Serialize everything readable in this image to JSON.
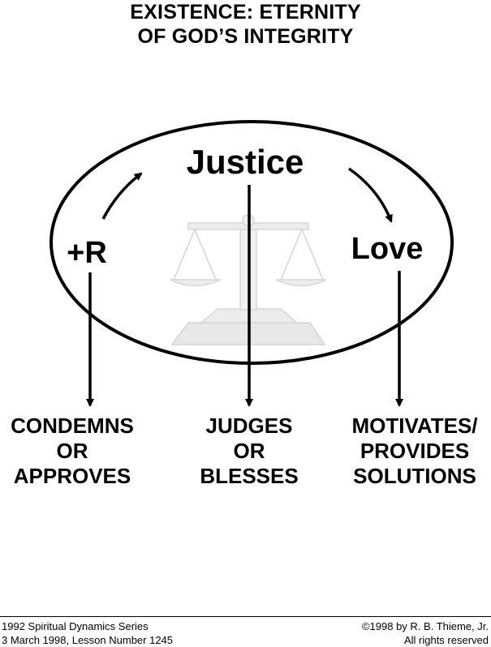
{
  "title": {
    "line1": "EXISTENCE: ETERNITY",
    "line2": "OF GOD’S INTEGRITY"
  },
  "diagram": {
    "center_label": "Justice",
    "left_label": "+R",
    "right_label": "Love",
    "watermark_icon": "scales-of-justice-icon"
  },
  "outcomes": {
    "left": [
      "CONDEMNS",
      "OR",
      "APPROVES"
    ],
    "center": [
      "JUDGES",
      "OR",
      "BLESSES"
    ],
    "right": [
      "MOTIVATES/",
      "PROVIDES",
      "SOLUTIONS"
    ]
  },
  "footer": {
    "left_line1": "1992 Spiritual Dynamics Series",
    "left_line2": "3 March 1998, Lesson Number 1245",
    "right_line1": "©1998 by R. B. Thieme, Jr.",
    "right_line2": "All rights reserved"
  }
}
